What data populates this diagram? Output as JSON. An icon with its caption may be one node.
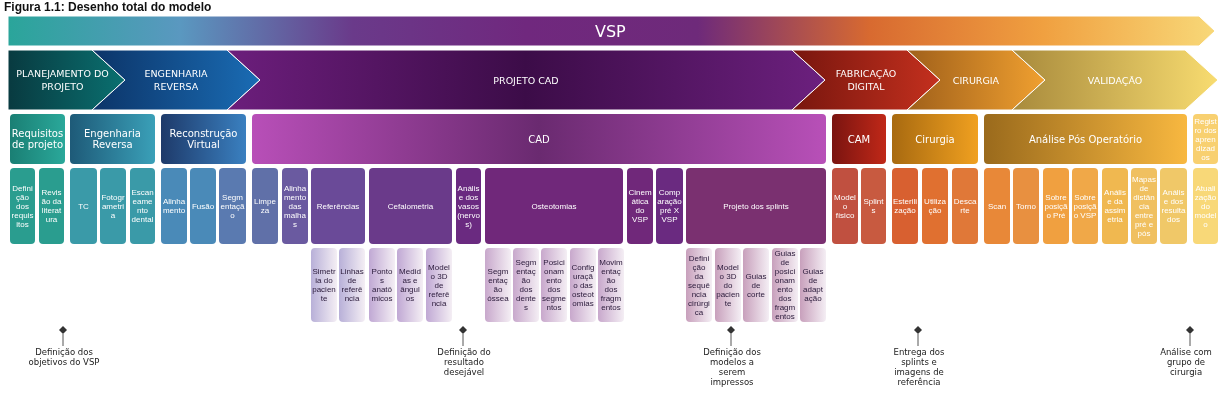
{
  "diagram": {
    "title": "Figura 1.1: Desenho total do modelo",
    "nodes": [
      {
        "text": [
          "VSP"
        ]
      },
      {
        "text": [
          "PLANEJAMENTO DO PROJETO"
        ]
      },
      {
        "text": [
          "ENGENHARIA REVERSA"
        ]
      },
      {
        "text": [
          "PROJETO CAD"
        ]
      },
      {
        "text": [
          "FABRICAÇÃO DIGITAL"
        ]
      },
      {
        "text": [
          "CIRURGIA"
        ]
      },
      {
        "text": [
          "VALIDAÇÃO"
        ]
      },
      {
        "text": [
          "Requisitos de projeto"
        ]
      },
      {
        "text": [
          "Engenharia Reversa"
        ]
      },
      {
        "text": [
          "Reconstrução Virtual"
        ]
      },
      {
        "text": [
          "CAD"
        ]
      },
      {
        "text": [
          "CAM"
        ]
      },
      {
        "text": [
          "Cirurgia"
        ]
      },
      {
        "text": [
          "Análise Pós Operatório"
        ]
      },
      {
        "text": [
          "Registro dos aprendizados"
        ]
      },
      {
        "text": [
          "Definição dos requisitos"
        ]
      },
      {
        "text": [
          "Revisão da literatura"
        ]
      },
      {
        "text": [
          "TC"
        ]
      },
      {
        "text": [
          "Fotogrametria"
        ]
      },
      {
        "text": [
          "Escaneamento dental"
        ]
      },
      {
        "text": [
          "Alinhamento"
        ]
      },
      {
        "text": [
          "Fusão"
        ]
      },
      {
        "text": [
          "Segmentação"
        ]
      },
      {
        "text": [
          "Limpeza"
        ]
      },
      {
        "text": [
          "Alinhamento das malhas"
        ]
      },
      {
        "text": [
          "Referências"
        ]
      },
      {
        "text": [
          "Cefalometria"
        ]
      },
      {
        "text": [
          "Análise dos vasos (nervos)"
        ]
      },
      {
        "text": [
          "Osteotomias"
        ]
      },
      {
        "text": [
          "Cinemática do VSP"
        ]
      },
      {
        "text": [
          "Comparação pré X VSP"
        ]
      },
      {
        "text": [
          "Projeto dos splints"
        ]
      },
      {
        "text": [
          "Modelo físico"
        ]
      },
      {
        "text": [
          "Splints"
        ]
      },
      {
        "text": [
          "Esterilização"
        ]
      },
      {
        "text": [
          "Utilização"
        ]
      },
      {
        "text": [
          "Descarte"
        ]
      },
      {
        "text": [
          "Scan"
        ]
      },
      {
        "text": [
          "Torno"
        ]
      },
      {
        "text": [
          "Sobreposição Pré"
        ]
      },
      {
        "text": [
          "Sobreposição VSP"
        ]
      },
      {
        "text": [
          "Análise da assimetria"
        ]
      },
      {
        "text": [
          "Mapas de distância entre pré e pós"
        ]
      },
      {
        "text": [
          "Análise dos resultados"
        ]
      },
      {
        "text": [
          "Atualização do modelo"
        ]
      },
      {
        "text": [
          "Simetria do paciente"
        ]
      },
      {
        "text": [
          "Linhas de referência"
        ]
      },
      {
        "text": [
          "Pontos anatômicos"
        ]
      },
      {
        "text": [
          "Medidas e ângulos"
        ]
      },
      {
        "text": [
          "Modelo 3D de referência"
        ]
      },
      {
        "text": [
          "Segmentação óssea"
        ]
      },
      {
        "text": [
          "Segmentação dos dentes"
        ]
      },
      {
        "text": [
          "Posicionamento dos segmentos"
        ]
      },
      {
        "text": [
          "Configuração das osteotomias"
        ]
      },
      {
        "text": [
          "Movimentação dos fragmentos"
        ]
      },
      {
        "text": [
          "Definição da sequência cirúrgica"
        ]
      },
      {
        "text": [
          "Modelo 3D do paciente"
        ]
      },
      {
        "text": [
          "Guias de corte"
        ]
      },
      {
        "text": [
          "Guias de posicionamento dos fragmentos"
        ]
      },
      {
        "text": [
          "Guias de adaptação"
        ]
      }
    ],
    "labels": [
      "Definição dos objetivos do VSP",
      "Definição do resultado desejável",
      "Definição dos modelos a serem impressos",
      "Entrega dos splints e imagens de referência",
      "Análise com grupo de cirurgia"
    ]
  }
}
